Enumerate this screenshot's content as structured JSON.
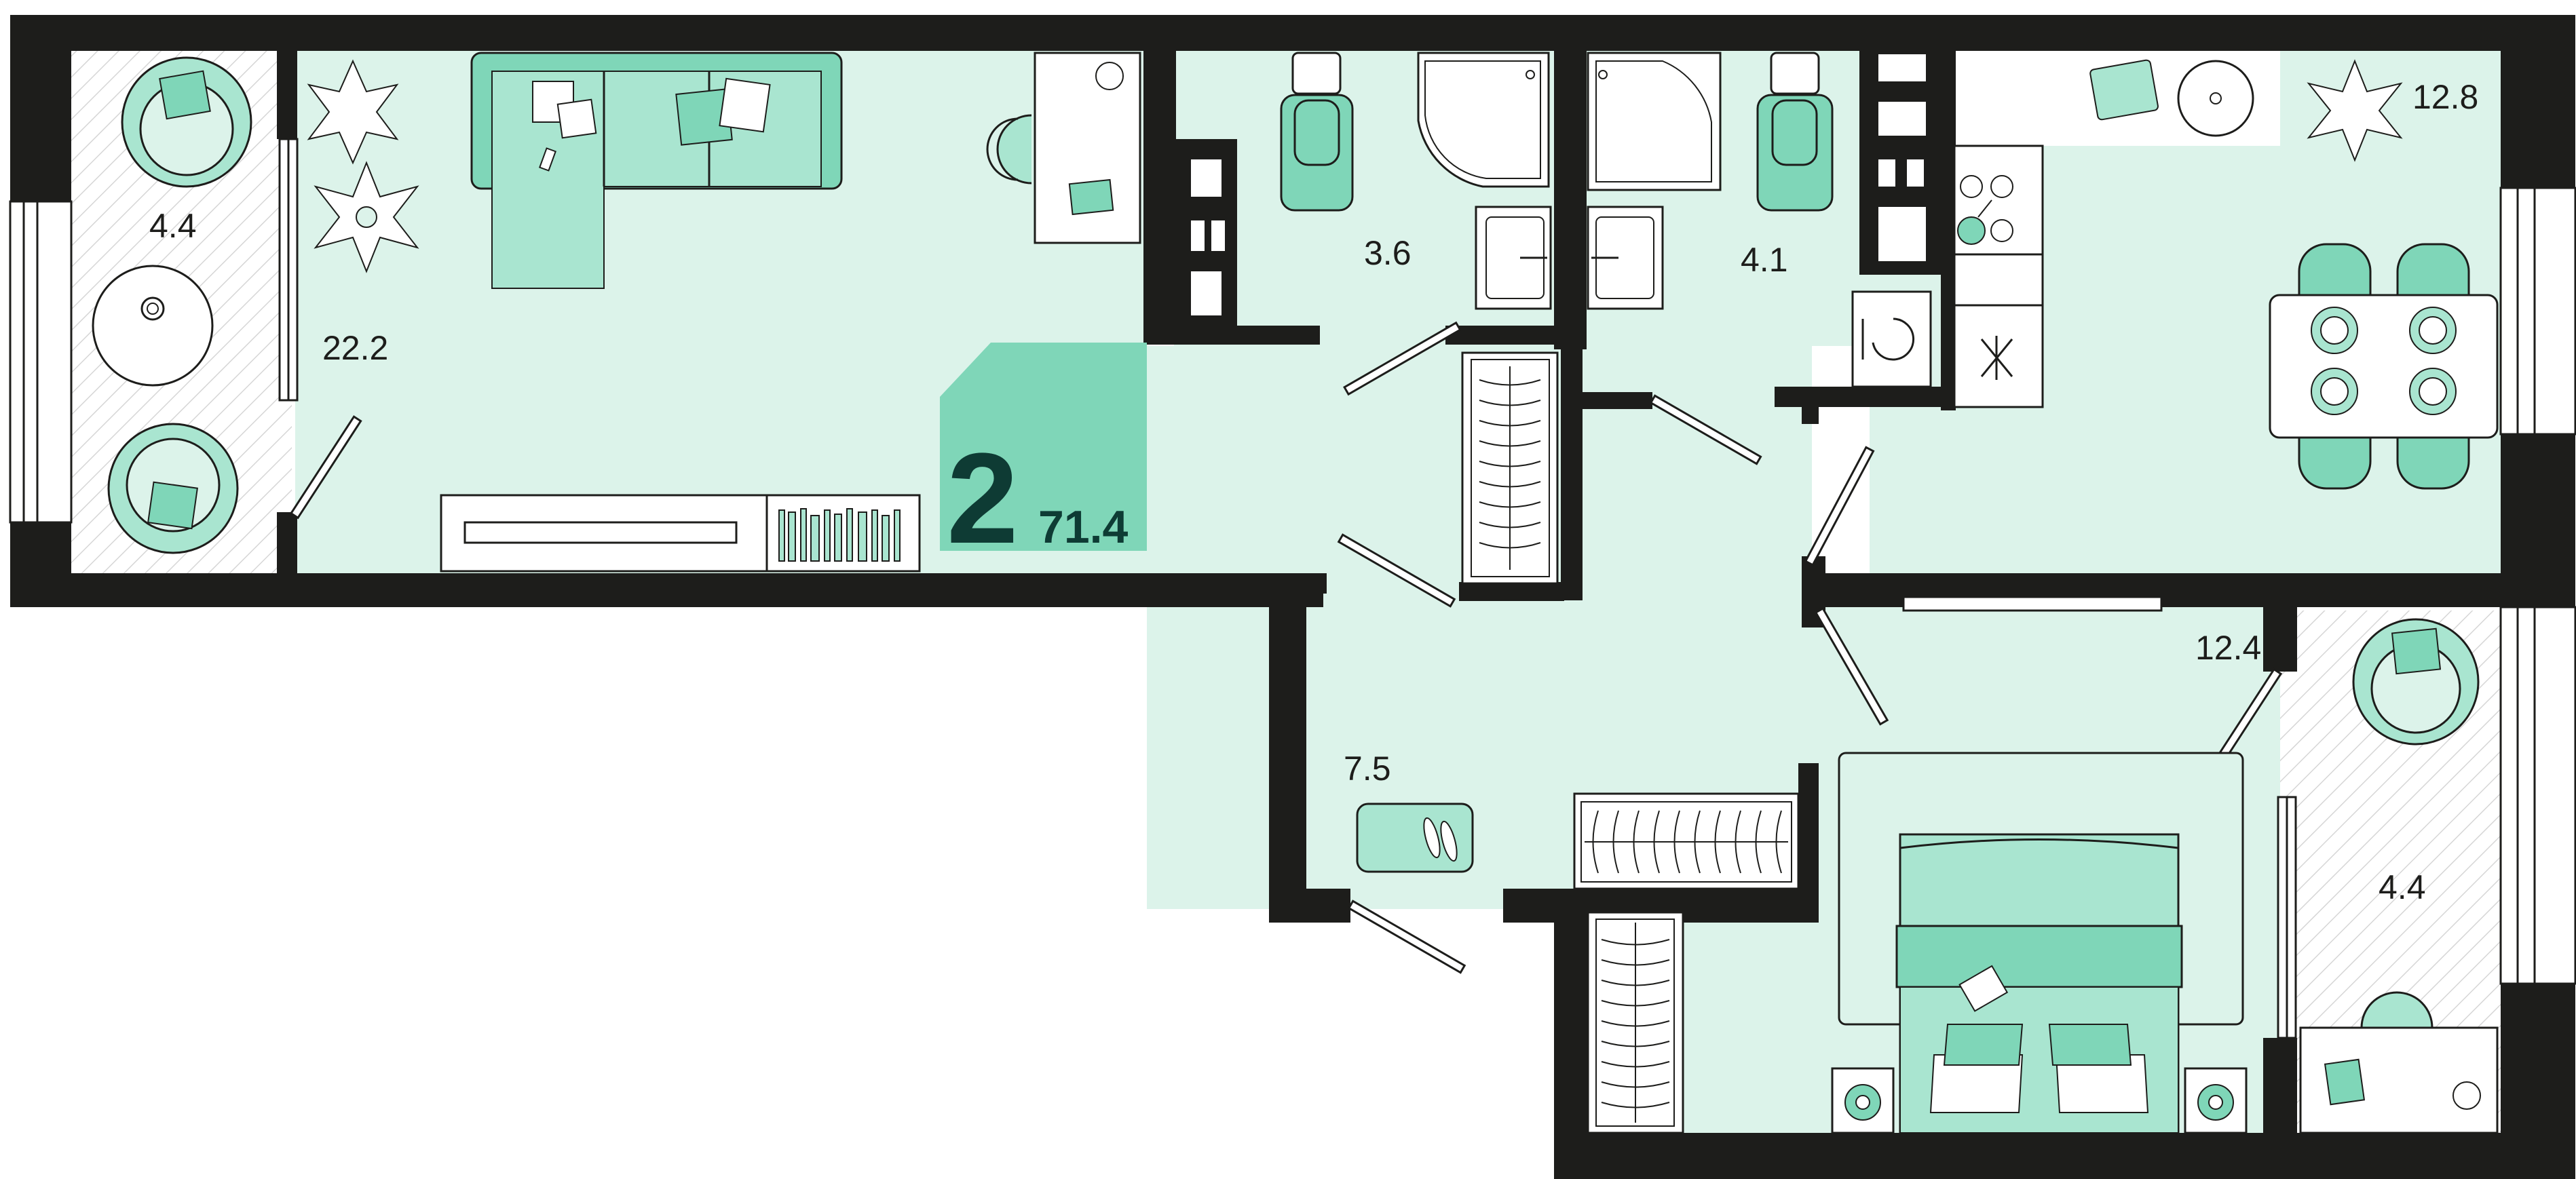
{
  "apartment": {
    "rooms_count": "2",
    "total_area": "71.4"
  },
  "rooms": {
    "balcony_left": "4.4",
    "living_room": "22.2",
    "bathroom": "3.6",
    "toilet": "4.1",
    "kitchen": "12.8",
    "hallway": "7.5",
    "bedroom": "12.4",
    "balcony_right": "4.4"
  },
  "colors": {
    "wall": "#1d1d1b",
    "floor": "#dcf3ea",
    "accent": "#7fd6b8",
    "accent_light": "#a9e5d0",
    "badge": "#7fd6b8",
    "badge_text": "#0e3b34"
  },
  "icons": [
    "sofa",
    "armchair",
    "plant",
    "desk",
    "tv-stand",
    "bookshelf",
    "toilet",
    "shower",
    "sink",
    "stove",
    "dining-table",
    "wardrobe",
    "double-bed",
    "nightstand",
    "shoe-mat"
  ]
}
